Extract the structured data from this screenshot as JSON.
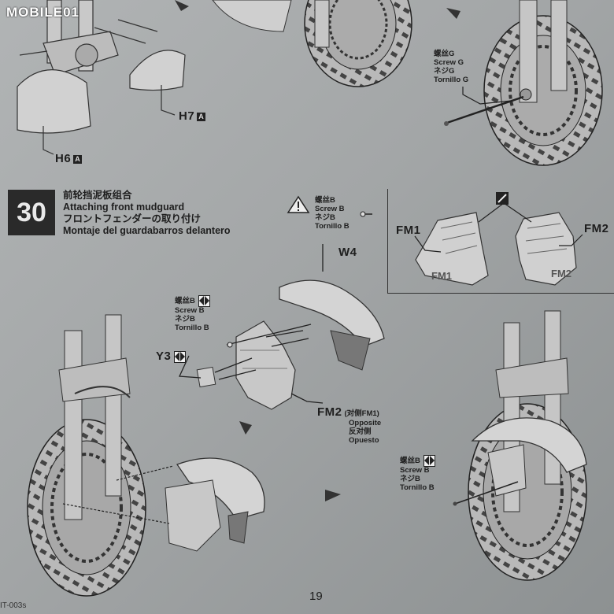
{
  "watermark": {
    "logo_text": "MOBILE01"
  },
  "top_section": {
    "labels": {
      "h6": "H6",
      "h7": "H7",
      "tag": "A"
    },
    "screw_g": {
      "zh": "螺丝G",
      "en": "Screw G",
      "ja": "ネジG",
      "es": "Tornillo G"
    }
  },
  "step": {
    "number": "30",
    "title_zh": "前轮挡泥板组合",
    "title_en": "Attaching front mudguard",
    "title_ja": "フロントフェンダーの取り付け",
    "title_es": "Montaje del guardabarros delantero"
  },
  "screw_b_notice": {
    "zh": "螺丝B",
    "en": "Screw B",
    "ja": "ネジB",
    "es": "Tornillo B"
  },
  "inset": {
    "left_label": "FM1",
    "right_label": "FM2",
    "left_part_text": "FM1",
    "right_part_text": "FM2"
  },
  "assembly": {
    "w4": "W4",
    "y3": "Y3",
    "screw_b": {
      "zh": "螺丝B",
      "en": "Screw B",
      "ja": "ネジB",
      "es": "Tornillo B"
    },
    "fm2": {
      "label": "FM2",
      "note": "(对侧FM1)",
      "en": "Opposite",
      "zh": "反对侧",
      "es": "Opuesto"
    }
  },
  "final_view": {
    "screw_b": {
      "zh": "螺丝B",
      "en": "Screw B",
      "ja": "ネジB",
      "es": "Tornillo B"
    }
  },
  "page_number": "19",
  "footer_text": "IT-003s"
}
